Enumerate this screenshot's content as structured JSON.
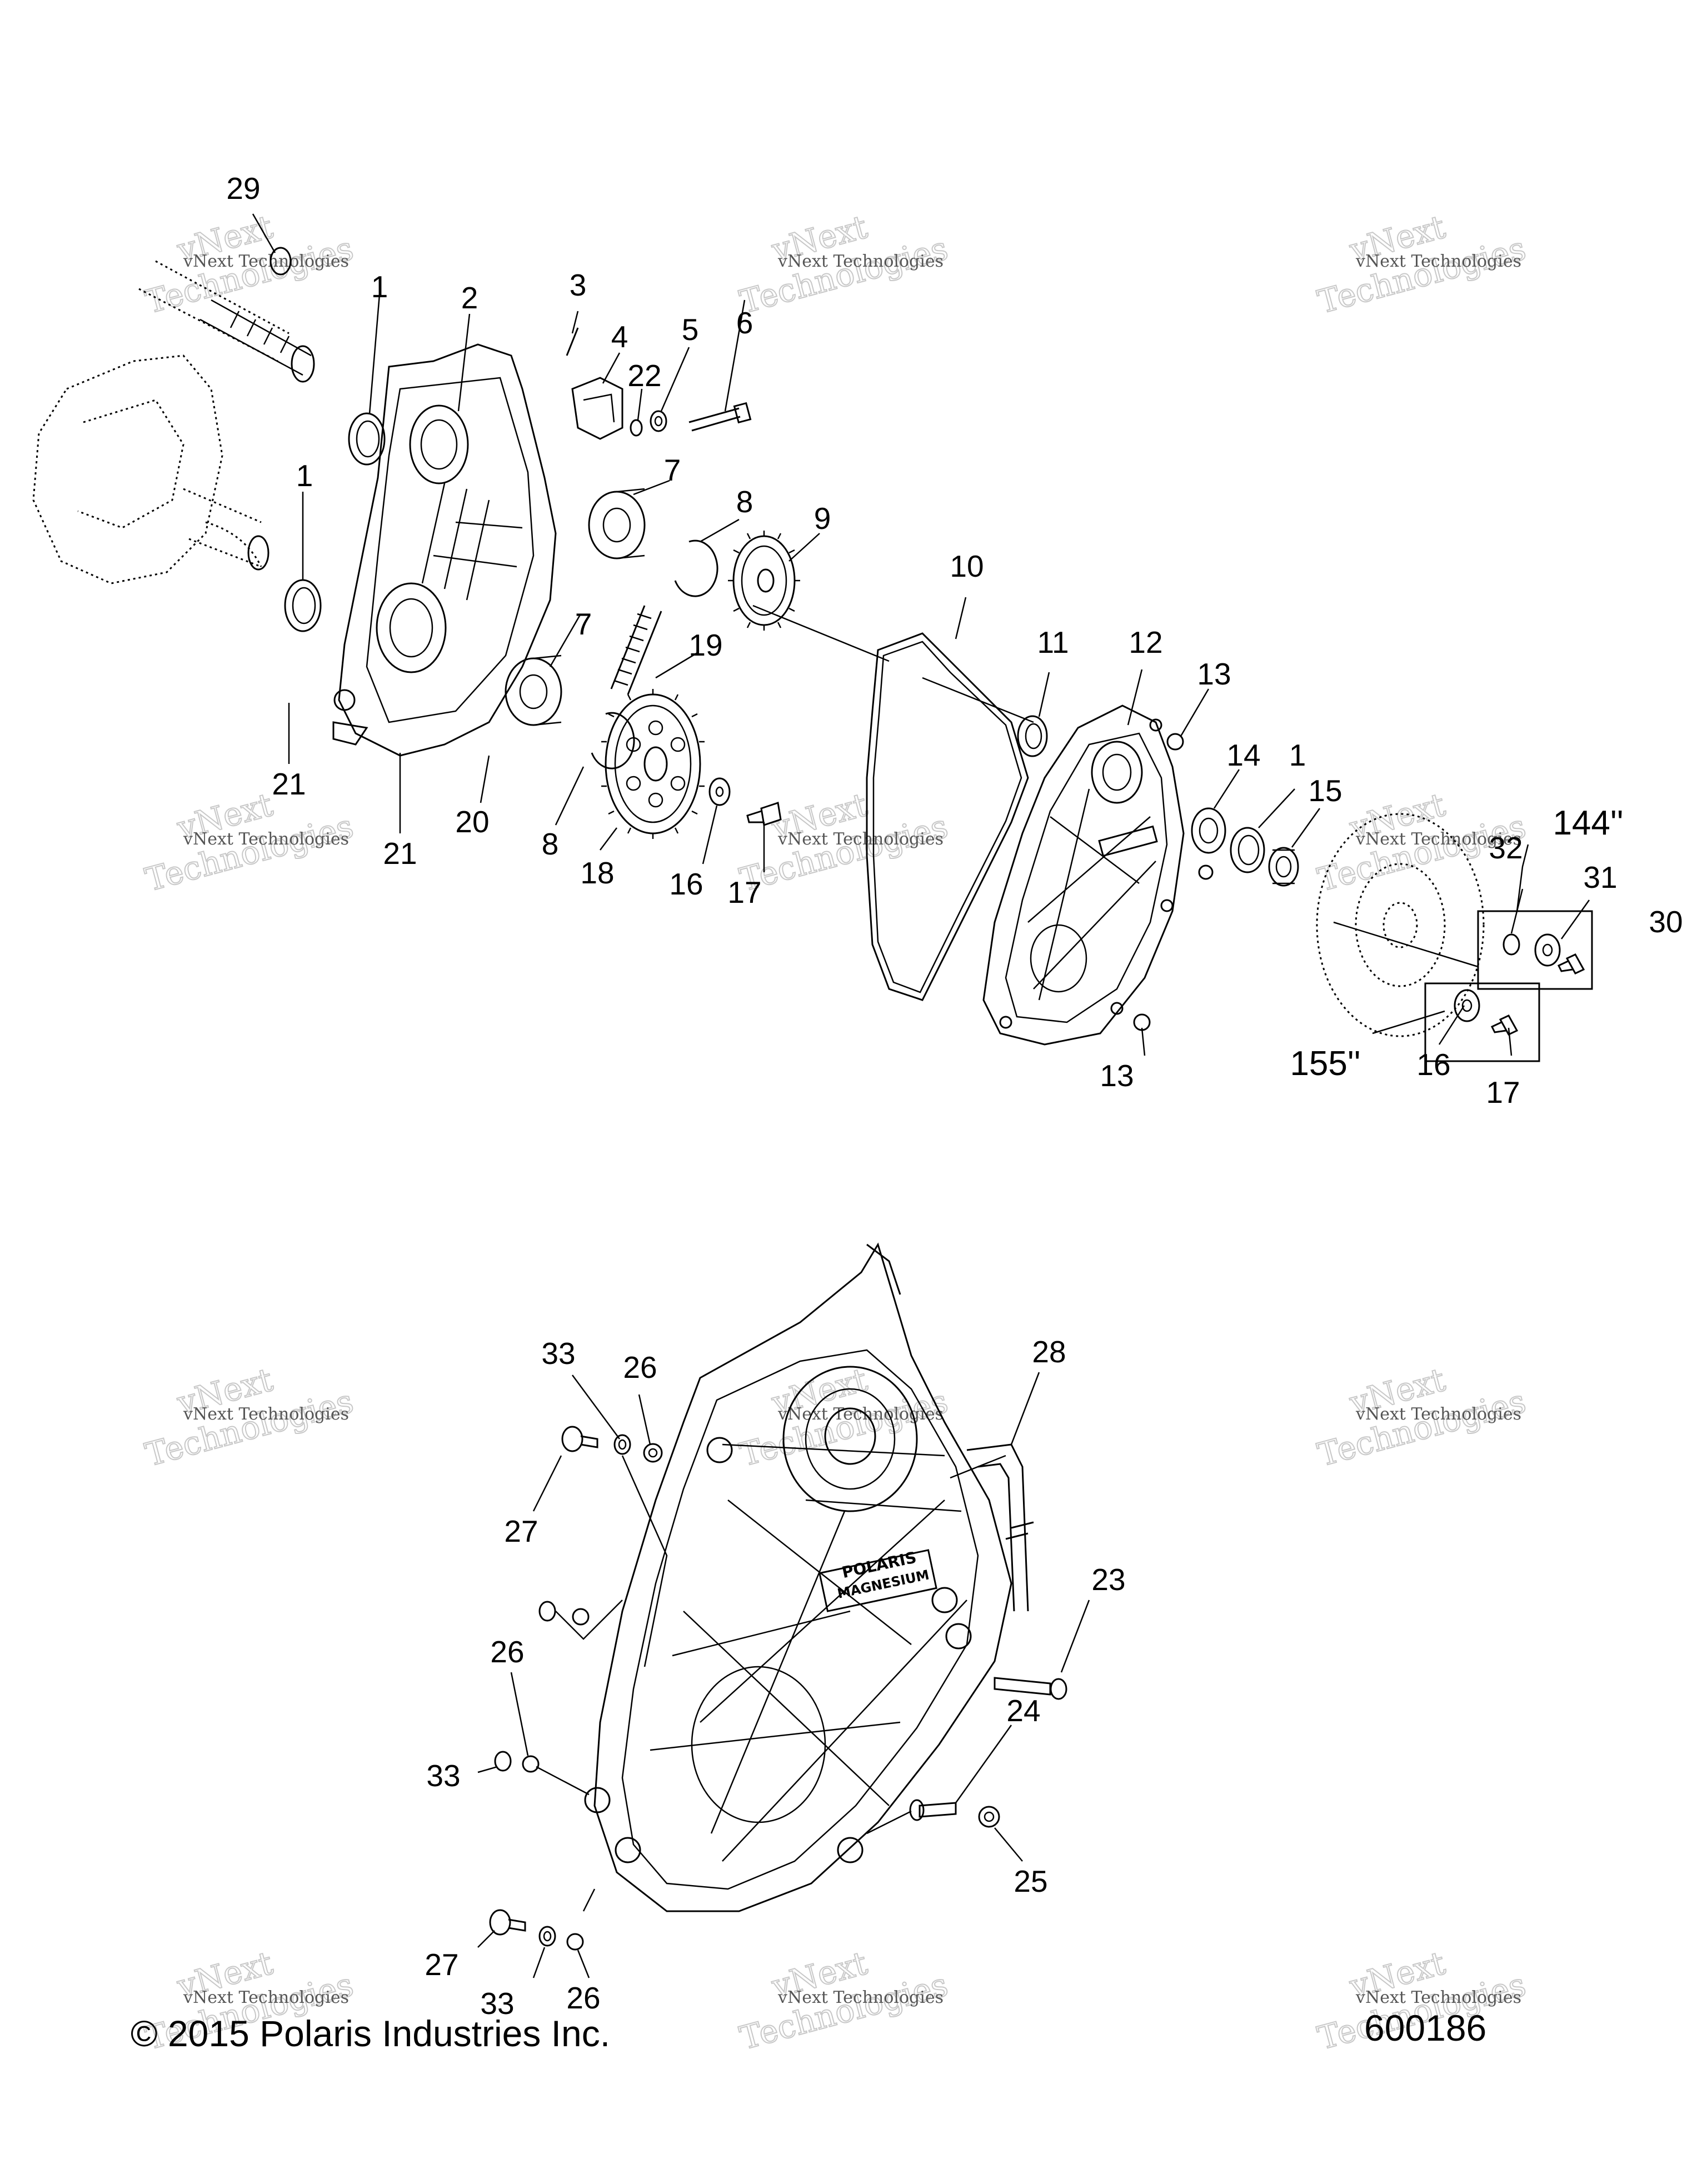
{
  "callouts": [
    {
      "id": "p29",
      "text": "29"
    },
    {
      "id": "p1a",
      "text": "1"
    },
    {
      "id": "p2",
      "text": "2"
    },
    {
      "id": "p3",
      "text": "3"
    },
    {
      "id": "p4",
      "text": "4"
    },
    {
      "id": "p22",
      "text": "22"
    },
    {
      "id": "p5",
      "text": "5"
    },
    {
      "id": "p6",
      "text": "6"
    },
    {
      "id": "p1b",
      "text": "1"
    },
    {
      "id": "p7a",
      "text": "7"
    },
    {
      "id": "p8a",
      "text": "8"
    },
    {
      "id": "p9",
      "text": "9"
    },
    {
      "id": "p10",
      "text": "10"
    },
    {
      "id": "p11",
      "text": "11"
    },
    {
      "id": "p12",
      "text": "12"
    },
    {
      "id": "p13a",
      "text": "13"
    },
    {
      "id": "p7b",
      "text": "7"
    },
    {
      "id": "p19",
      "text": "19"
    },
    {
      "id": "p14",
      "text": "14"
    },
    {
      "id": "p1c",
      "text": "1"
    },
    {
      "id": "p15",
      "text": "15"
    },
    {
      "id": "p21a",
      "text": "21"
    },
    {
      "id": "p21b",
      "text": "21"
    },
    {
      "id": "p20",
      "text": "20"
    },
    {
      "id": "p8b",
      "text": "8"
    },
    {
      "id": "p18",
      "text": "18"
    },
    {
      "id": "p16a",
      "text": "16"
    },
    {
      "id": "p17a",
      "text": "17"
    },
    {
      "id": "p32",
      "text": "32"
    },
    {
      "id": "p31",
      "text": "31"
    },
    {
      "id": "p30",
      "text": "30"
    },
    {
      "id": "p13b",
      "text": "13"
    },
    {
      "id": "p16b",
      "text": "16"
    },
    {
      "id": "p17b",
      "text": "17"
    },
    {
      "id": "p33a",
      "text": "33"
    },
    {
      "id": "p26a",
      "text": "26"
    },
    {
      "id": "p28",
      "text": "28"
    },
    {
      "id": "p27a",
      "text": "27"
    },
    {
      "id": "p23",
      "text": "23"
    },
    {
      "id": "p26b",
      "text": "26"
    },
    {
      "id": "p24",
      "text": "24"
    },
    {
      "id": "p33b",
      "text": "33"
    },
    {
      "id": "p25",
      "text": "25"
    },
    {
      "id": "p27b",
      "text": "27"
    },
    {
      "id": "p33c",
      "text": "33"
    },
    {
      "id": "p26c",
      "text": "26"
    }
  ],
  "variant_labels": {
    "a": "144''",
    "b": "155''"
  },
  "logo_text": {
    "line1": "POLARIS",
    "line2": "MAGNESIUM"
  },
  "watermark": {
    "line1": "vNext Technologies",
    "line2": "vNext",
    "line3": "Technologies"
  },
  "footer": {
    "copyright": "© 2015 Polaris Industries Inc.",
    "figure_number": "600186"
  }
}
